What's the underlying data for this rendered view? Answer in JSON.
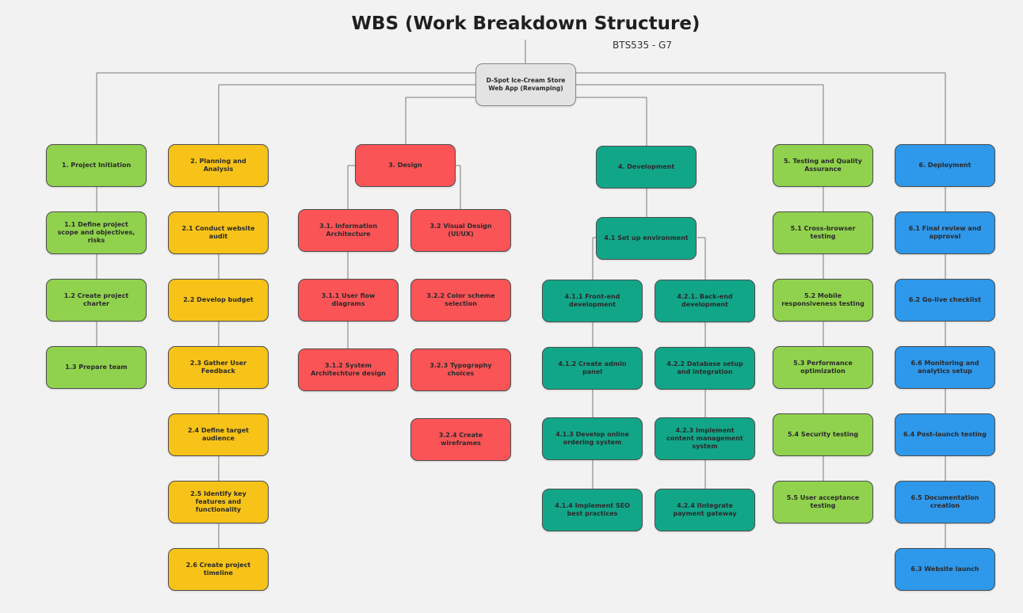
{
  "diagram": {
    "title": "WBS (Work Breakdown Structure)",
    "subtitle": "BTS535 - G7",
    "colors": {
      "root": "#e3e3e3",
      "green": "#90d24d",
      "yellow": "#f8c318",
      "red": "#fb5457",
      "teal": "#12a689",
      "blue": "#2e98eb"
    },
    "root": {
      "label": "D-Spot Ice-Cream Store Web App (Revamping)"
    },
    "nodes": {
      "n1": "1. Project Initiation",
      "n1_1": "1.1 Define project scope and objectives, risks",
      "n1_2": "1.2 Create project charter",
      "n1_3": "1.3 Prepare team",
      "n2": "2. Planning and Analysis",
      "n2_1": "2.1 Conduct website audit",
      "n2_2": "2.2 Develop budget",
      "n2_3": "2.3 Gather User Feedback",
      "n2_4": "2.4 Define target audience",
      "n2_5": "2.5 Identify key features and functionality",
      "n2_6": "2.6 Create project timeline",
      "n3": "3. Design",
      "n3_1": "3.1. Information Architecture",
      "n3_1_1": "3.1.1 User flow diagrams",
      "n3_1_2": "3.1.2 System Architechture design",
      "n3_2": "3.2 Visual Design (UI/UX)",
      "n3_2_2": "3.2.2 Color scheme selection",
      "n3_2_3": "3.2.3 Typography choices",
      "n3_2_4": "3.2.4 Create wireframes",
      "n4": "4. Development",
      "n4_1": "4.1 Set up environment",
      "n4_1_1": "4.1.1 Front-end development",
      "n4_1_2": "4.1.2 Create admin panel",
      "n4_1_3": "4.1.3 Develop online ordering system",
      "n4_1_4": "4.1.4 Implement SEO best practices",
      "n4_2_1": "4.2.1. Back-end development",
      "n4_2_2": "4.2.2 Database setup and integration",
      "n4_2_3": "4.2.3 Implement content management system",
      "n4_2_4": "4.2.4 IIntegrate payment gateway",
      "n5": "5. Testing and Quality Assurance",
      "n5_1": "5.1 Cross-browser testing",
      "n5_2": "5.2 Mobile responsiveness testing",
      "n5_3": "5.3 Performance optimization",
      "n5_4": "5.4 Security testing",
      "n5_5": "5.5 User acceptance testing",
      "n6": "6. Deployment",
      "n6_1": "6.1 Final review and approval",
      "n6_2": "6.2 Go-live checklist",
      "n6_6": "6.6 Monitoring and analytics setup",
      "n6_4": "6.4 Post-launch testing",
      "n6_5": "6.5 Documentation creation",
      "n6_3": "6.3 Website launch"
    }
  }
}
